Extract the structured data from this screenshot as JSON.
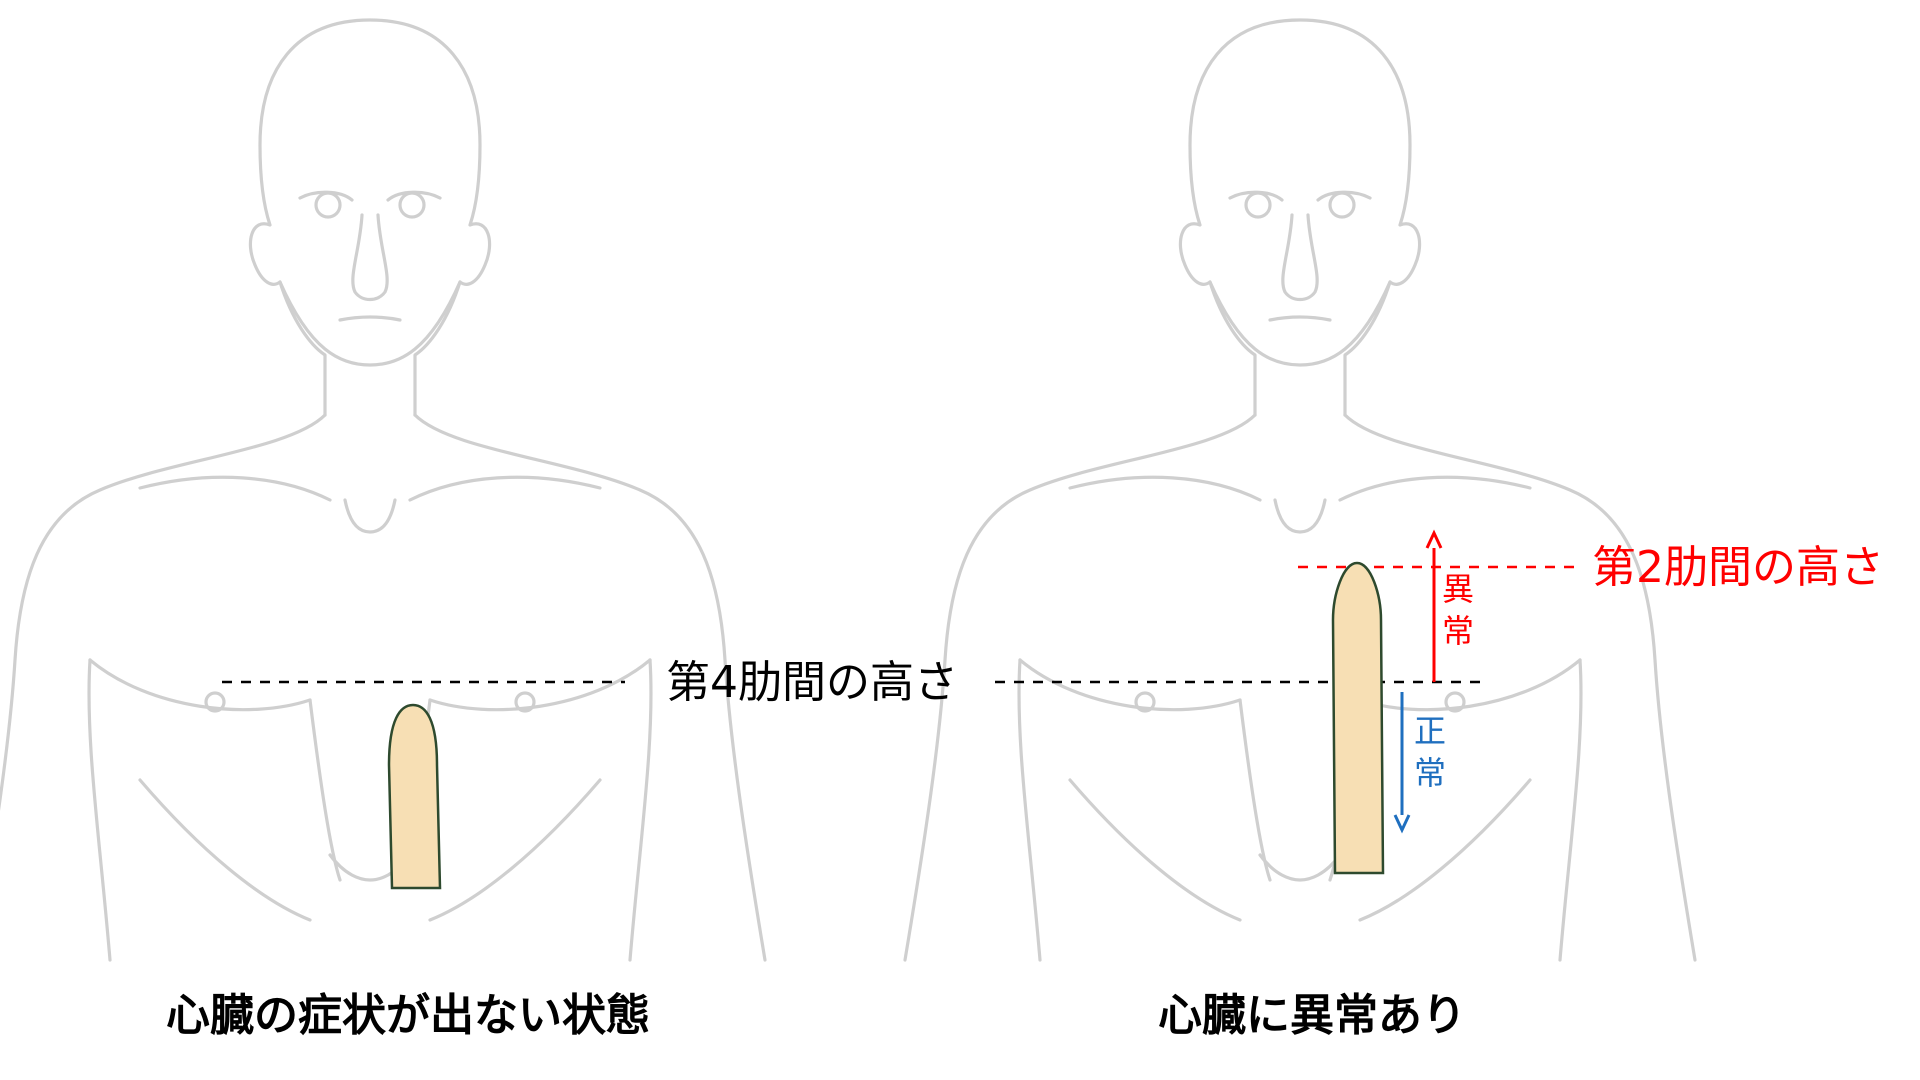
{
  "figures": [
    {
      "id": "normal",
      "caption": "心臓の症状が出ない状態"
    },
    {
      "id": "abnormal",
      "caption": "心臓に異常あり"
    }
  ],
  "levels": {
    "fourth_intercostal": {
      "label": "第4肋間の高さ",
      "color": "#000000"
    },
    "second_intercostal": {
      "label": "第2肋間の高さ",
      "color": "#ff0000"
    }
  },
  "arrows": {
    "up": {
      "label": "異常",
      "color": "#ff0000"
    },
    "down": {
      "label": "正常",
      "color": "#1f6fbf"
    }
  },
  "colors": {
    "outline": "#cfcfcf",
    "heart_fill": "#f7dfb4",
    "heart_stroke": "#2e4a2e"
  }
}
